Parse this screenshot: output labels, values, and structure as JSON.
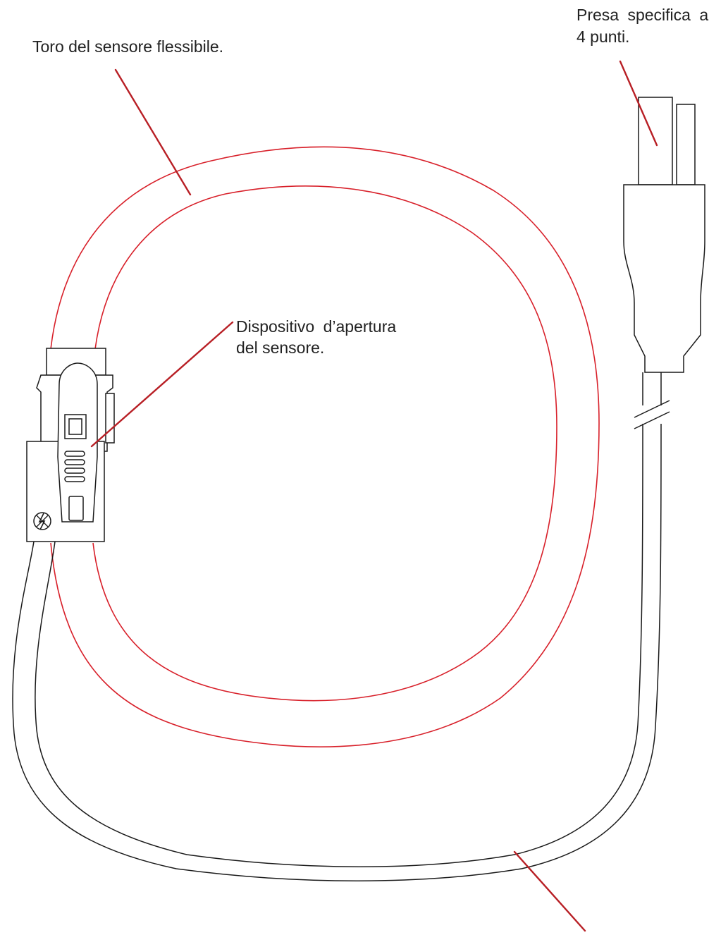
{
  "labels": {
    "flexible_torus": "Toro del sensore flessibile.",
    "plug_line1": "Presa  specifica a",
    "plug_line2": "4 punti.",
    "opening_line1": "Dispositivo  d’apertura",
    "opening_line2": "del sensore."
  },
  "colors": {
    "torus": "#d8202a",
    "leader": "#b81f25",
    "outline": "#1a1a1a",
    "text": "#222222"
  },
  "icons": {
    "clamp_symbol": "double-insulation-lightning-symbol"
  }
}
